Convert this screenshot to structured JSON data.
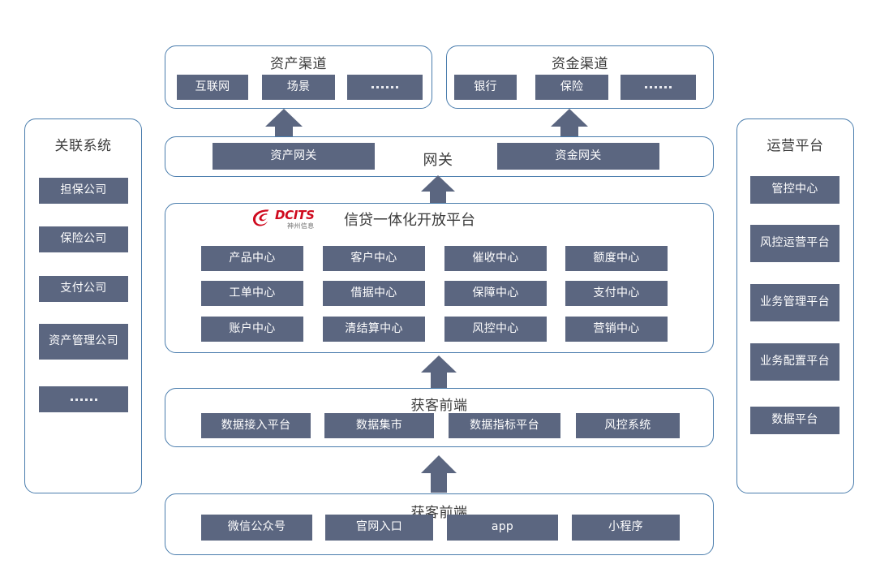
{
  "theme": {
    "chip_fill": "#5b6680",
    "chip_text": "#ffffff",
    "panel_border": "#4a7dad",
    "arrow_fill": "#5b6680",
    "background": "#ffffff",
    "logo_red": "#cf0a1e",
    "logo_gray": "#6f6f6f"
  },
  "asset_channel": {
    "title": "资产渠道",
    "items": [
      {
        "label": "互联网"
      },
      {
        "label": "场景"
      },
      {
        "label": "......"
      }
    ]
  },
  "fund_channel": {
    "title": "资金渠道",
    "items": [
      {
        "label": "银行"
      },
      {
        "label": "保险"
      },
      {
        "label": "......"
      }
    ]
  },
  "gateway": {
    "title": "网关",
    "items": [
      {
        "label": "资产网关"
      },
      {
        "label": "资金网关"
      }
    ]
  },
  "platform": {
    "title": "信贷一体化开放平台",
    "logo": {
      "name": "DCITS",
      "sub": "神州信息",
      "mark": "swoosh-at-mark"
    },
    "modules": [
      {
        "label": "产品中心"
      },
      {
        "label": "客户中心"
      },
      {
        "label": "催收中心"
      },
      {
        "label": "额度中心"
      },
      {
        "label": "工单中心"
      },
      {
        "label": "借据中心"
      },
      {
        "label": "保障中心"
      },
      {
        "label": "支付中心"
      },
      {
        "label": "账户中心"
      },
      {
        "label": "清结算中心"
      },
      {
        "label": "风控中心"
      },
      {
        "label": "营销中心"
      }
    ]
  },
  "data_layer": {
    "title": "获客前端",
    "items": [
      {
        "label": "数据接入平台"
      },
      {
        "label": "数据集市"
      },
      {
        "label": "数据指标平台"
      },
      {
        "label": "风控系统"
      }
    ]
  },
  "frontend_layer": {
    "title": "获客前端",
    "items": [
      {
        "label": "微信公众号"
      },
      {
        "label": "官网入口"
      },
      {
        "label": "app"
      },
      {
        "label": "小程序"
      }
    ]
  },
  "related_systems": {
    "title": "关联系统",
    "items": [
      {
        "label": "担保公司"
      },
      {
        "label": "保险公司"
      },
      {
        "label": "支付公司"
      },
      {
        "label": "资产管理公司"
      },
      {
        "label": "......"
      }
    ]
  },
  "operation_platform": {
    "title": "运营平台",
    "items": [
      {
        "label": "管控中心"
      },
      {
        "label": "风控运营平台"
      },
      {
        "label": "业务管理平台"
      },
      {
        "label": "业务配置平台"
      },
      {
        "label": "数据平台"
      }
    ]
  }
}
